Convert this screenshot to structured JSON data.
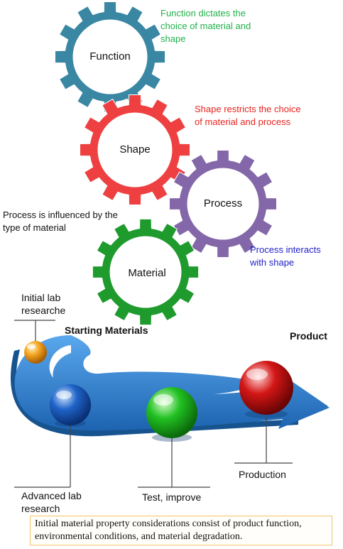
{
  "gears": [
    {
      "label": "Function",
      "color": "#3a87a3"
    },
    {
      "label": "Shape",
      "color": "#ee4040"
    },
    {
      "label": "Process",
      "color": "#8467a8"
    },
    {
      "label": "Material",
      "color": "#1f9a2d"
    }
  ],
  "annotations": {
    "function": {
      "text": "Function dictates the choice of material and shape",
      "color": "#22b14c"
    },
    "shape": {
      "text": "Shape restricts the choice of material and process",
      "color": "#e8241f"
    },
    "process_material": {
      "text": "Process is influenced by the type of material",
      "color": "#111111"
    },
    "process_shape": {
      "text": "Process interacts with shape",
      "color": "#1f1fc8"
    }
  },
  "process_flow": {
    "starting_materials": "Starting Materials",
    "product": "Product",
    "steps": [
      {
        "label": "Initial lab researche",
        "color": "#f5a623"
      },
      {
        "label": "Advanced lab research",
        "color": "#1f63c8"
      },
      {
        "label": "Test, improve",
        "color": "#1fb52a"
      },
      {
        "label": "Production",
        "color": "#d41616"
      }
    ],
    "arrow_color": "#2a7fd4"
  },
  "caption": "Initial material property considerations consist of product function, environmental conditions, and material degradation."
}
